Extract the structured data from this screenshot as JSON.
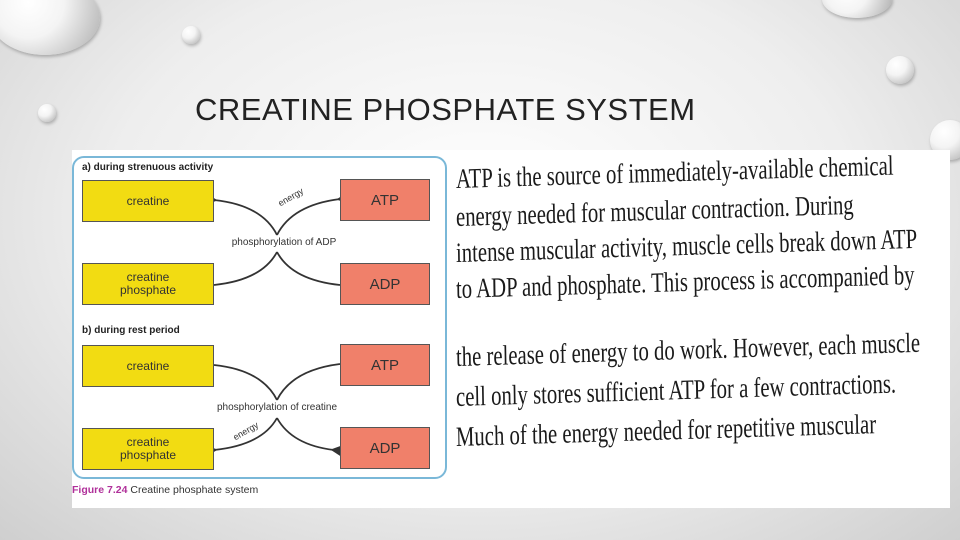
{
  "slide": {
    "title": "CREATINE PHOSPHATE SYSTEM"
  },
  "diagram": {
    "section_a": "a) during strenuous activity",
    "section_b": "b) during rest period",
    "a": {
      "left_top": "creatine",
      "left_bottom": "creatine phosphate",
      "right_top": "ATP",
      "right_bottom": "ADP",
      "process": "phosphorylation of ADP",
      "energy": "energy"
    },
    "b": {
      "left_top": "creatine",
      "left_bottom": "creatine phosphate",
      "right_top": "ATP",
      "right_bottom": "ADP",
      "process": "phosphorylation of creatine",
      "energy": "energy"
    },
    "caption_number": "Figure 7.24",
    "caption_text": "Creatine phosphate system",
    "colors": {
      "creatine_box": "#f2dc12",
      "atp_box": "#f0806a",
      "frame": "#7ab8d8"
    }
  },
  "text_lines": [
    "ATP is the source of immediately-available chemical",
    "energy needed for muscular contraction. During",
    "intense muscular activity, muscle cells break down ATP",
    "to ADP and phosphate. This process is accompanied by",
    "the release of energy to do work. However, each muscle",
    "cell only stores sufficient ATP for a few contractions.",
    "Much of the energy needed for repetitive muscular"
  ]
}
